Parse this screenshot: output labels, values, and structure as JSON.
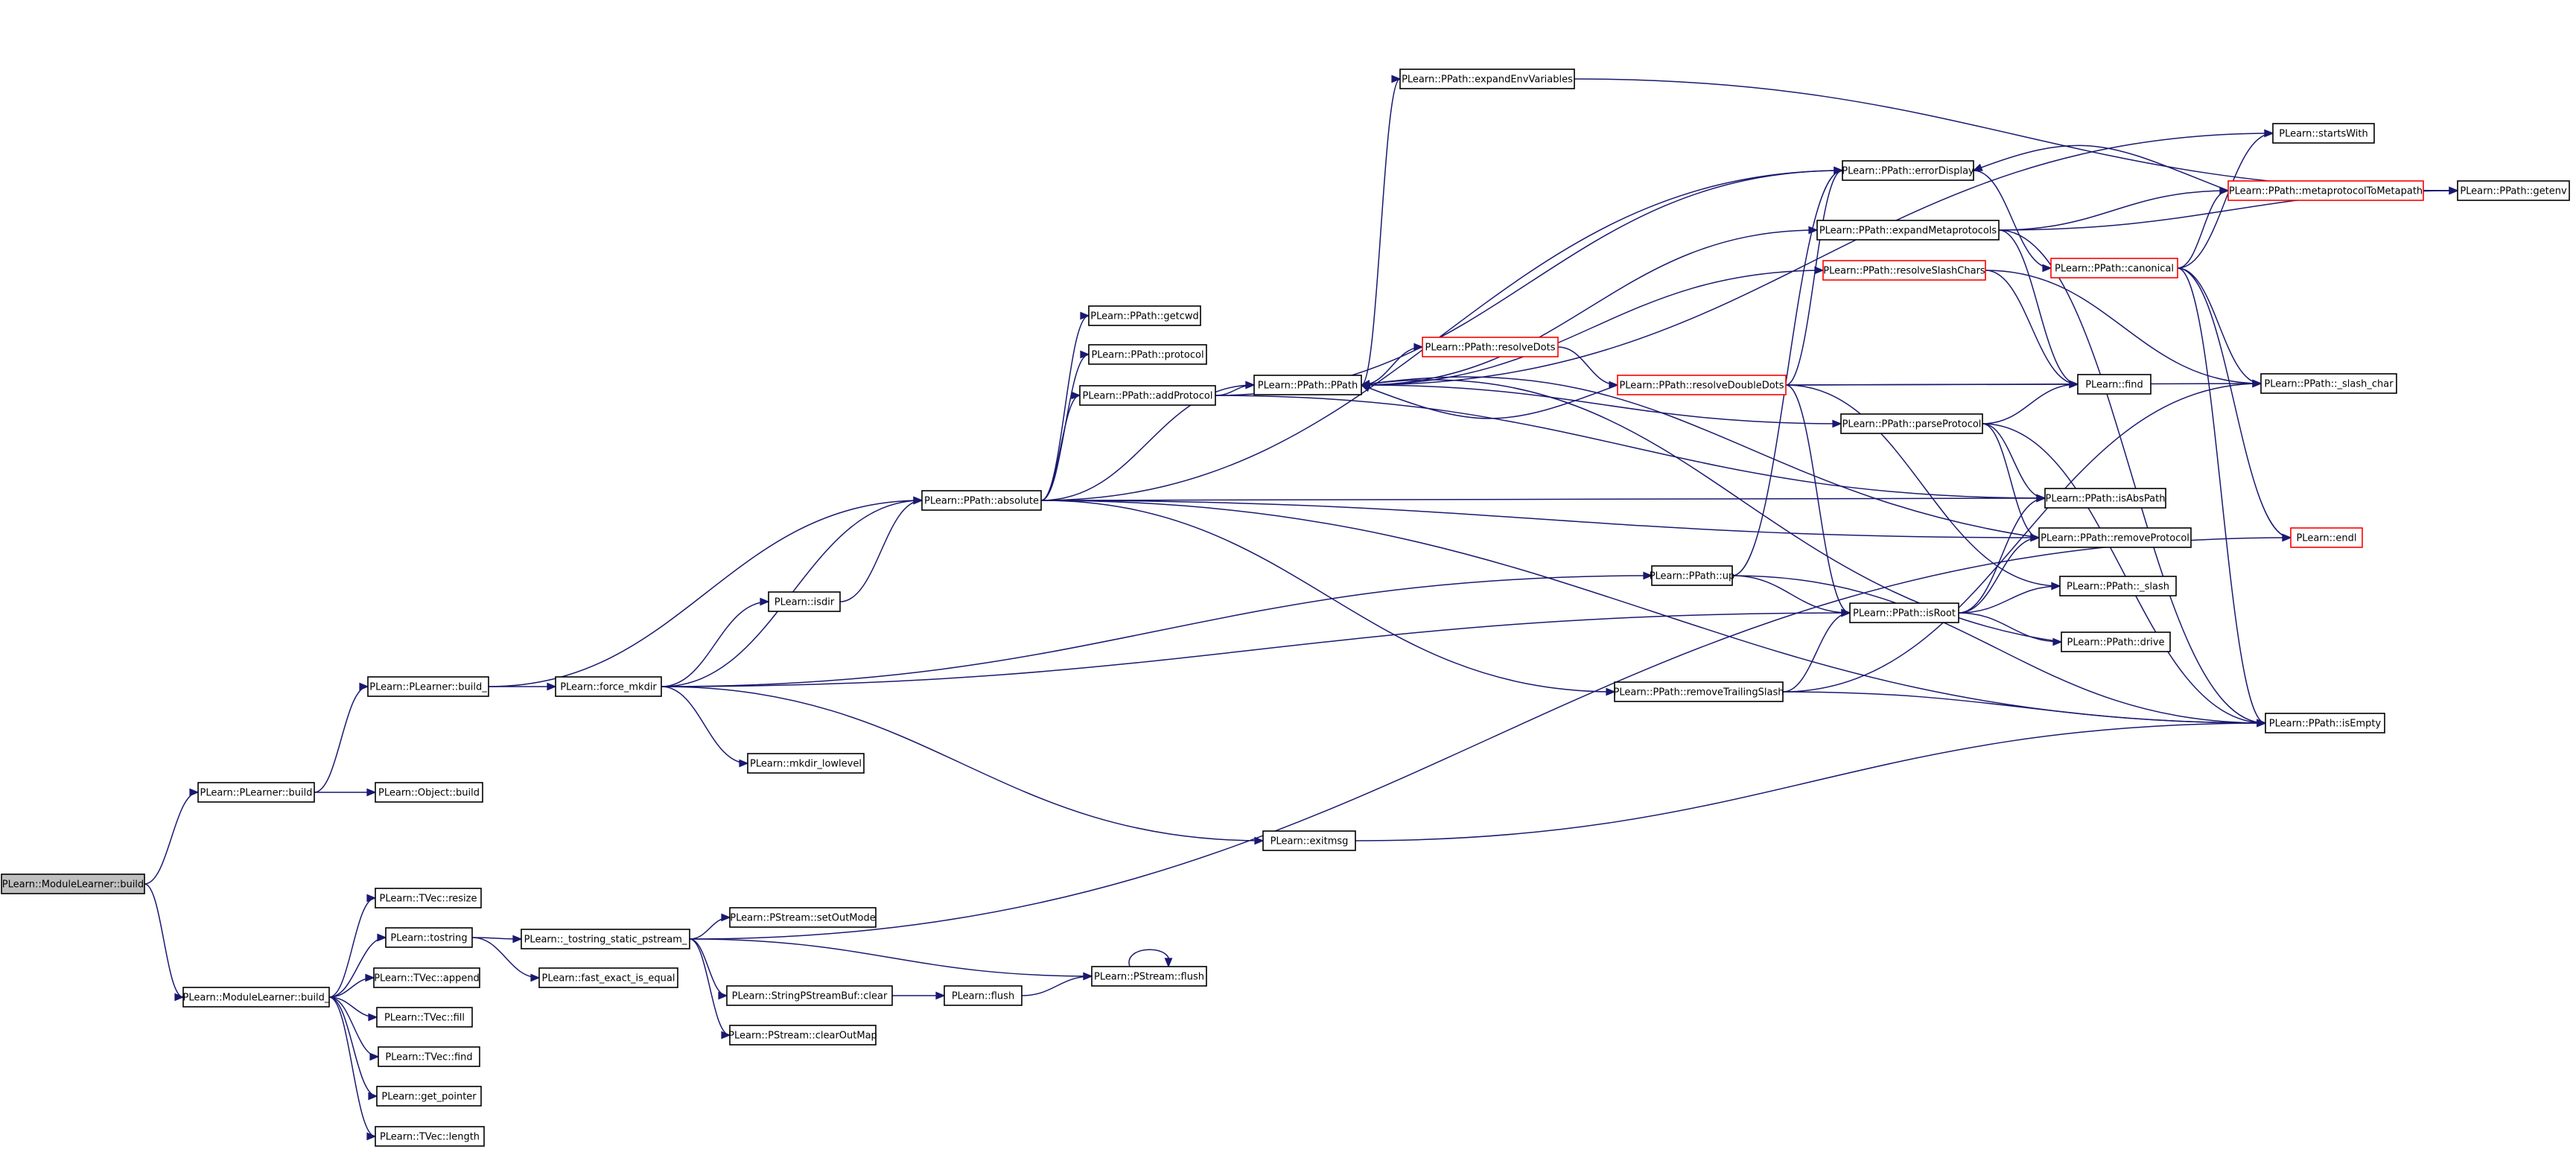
{
  "colors": {
    "edge": "#191970",
    "node_border": "#000000",
    "node_border_link": "#ff0000",
    "node_fill": "#ffffff",
    "root_fill": "#bfbfbf"
  },
  "nodes": [
    {
      "id": "n_root",
      "label": "PLearn::ModuleLearner::build",
      "style": "root"
    },
    {
      "id": "n_plearner_build",
      "label": "PLearn::PLearner::build",
      "style": "plain"
    },
    {
      "id": "n_ml_build_",
      "label": "PLearn::ModuleLearner::build_",
      "style": "plain"
    },
    {
      "id": "n_plearner_build_",
      "label": "PLearn::PLearner::build_",
      "style": "plain"
    },
    {
      "id": "n_object_build",
      "label": "PLearn::Object::build",
      "style": "plain"
    },
    {
      "id": "n_force_mkdir",
      "label": "PLearn::force_mkdir",
      "style": "plain"
    },
    {
      "id": "n_absolute",
      "label": "PLearn::PPath::absolute",
      "style": "plain"
    },
    {
      "id": "n_isdir",
      "label": "PLearn::isdir",
      "style": "plain"
    },
    {
      "id": "n_mkdir_lowlevel",
      "label": "PLearn::mkdir_lowlevel",
      "style": "plain"
    },
    {
      "id": "n_getcwd",
      "label": "PLearn::PPath::getcwd",
      "style": "plain"
    },
    {
      "id": "n_protocol",
      "label": "PLearn::PPath::protocol",
      "style": "plain"
    },
    {
      "id": "n_addprotocol",
      "label": "PLearn::PPath::addProtocol",
      "style": "plain"
    },
    {
      "id": "n_ppath",
      "label": "PLearn::PPath::PPath",
      "style": "plain"
    },
    {
      "id": "n_expandenv",
      "label": "PLearn::PPath::expandEnvVariables",
      "style": "plain"
    },
    {
      "id": "n_resolvedots",
      "label": "PLearn::PPath::resolveDots",
      "style": "link"
    },
    {
      "id": "n_resolvedoubledots",
      "label": "PLearn::PPath::resolveDoubleDots",
      "style": "link"
    },
    {
      "id": "n_errordisplay",
      "label": "PLearn::PPath::errorDisplay",
      "style": "plain"
    },
    {
      "id": "n_expandmeta",
      "label": "PLearn::PPath::expandMetaprotocols",
      "style": "plain"
    },
    {
      "id": "n_resolveslash",
      "label": "PLearn::PPath::resolveSlashChars",
      "style": "link"
    },
    {
      "id": "n_parseprotocol",
      "label": "PLearn::PPath::parseProtocol",
      "style": "plain"
    },
    {
      "id": "n_up",
      "label": "PLearn::PPath::up",
      "style": "plain"
    },
    {
      "id": "n_removetrailing",
      "label": "PLearn::PPath::removeTrailingSlash",
      "style": "plain"
    },
    {
      "id": "n_isroot",
      "label": "PLearn::PPath::isRoot",
      "style": "plain"
    },
    {
      "id": "n_canonical",
      "label": "PLearn::PPath::canonical",
      "style": "link"
    },
    {
      "id": "n_metaproto",
      "label": "PLearn::PPath::metaprotocolToMetapath",
      "style": "link"
    },
    {
      "id": "n_startswith",
      "label": "PLearn::startsWith",
      "style": "plain"
    },
    {
      "id": "n_getenv",
      "label": "PLearn::PPath::getenv",
      "style": "plain"
    },
    {
      "id": "n_find",
      "label": "PLearn::find",
      "style": "plain"
    },
    {
      "id": "n_slash_char",
      "label": "PLearn::PPath::_slash_char",
      "style": "plain"
    },
    {
      "id": "n_isabspath",
      "label": "PLearn::PPath::isAbsPath",
      "style": "plain"
    },
    {
      "id": "n_removeprotocol",
      "label": "PLearn::PPath::removeProtocol",
      "style": "plain"
    },
    {
      "id": "n_slash",
      "label": "PLearn::PPath::_slash",
      "style": "plain"
    },
    {
      "id": "n_drive",
      "label": "PLearn::PPath::drive",
      "style": "plain"
    },
    {
      "id": "n_isempty",
      "label": "PLearn::PPath::isEmpty",
      "style": "plain"
    },
    {
      "id": "n_endl",
      "label": "PLearn::endl",
      "style": "link"
    },
    {
      "id": "n_exitmsg",
      "label": "PLearn::exitmsg",
      "style": "plain"
    },
    {
      "id": "n_tvec_resize",
      "label": "PLearn::TVec::resize",
      "style": "plain"
    },
    {
      "id": "n_tostring",
      "label": "PLearn::tostring",
      "style": "plain"
    },
    {
      "id": "n_tostring_static",
      "label": "PLearn::_tostring_static_pstream_",
      "style": "plain"
    },
    {
      "id": "n_setoutmode",
      "label": "PLearn::PStream::setOutMode",
      "style": "plain"
    },
    {
      "id": "n_fast_exact",
      "label": "PLearn::fast_exact_is_equal",
      "style": "plain"
    },
    {
      "id": "n_tvec_append",
      "label": "PLearn::TVec::append",
      "style": "plain"
    },
    {
      "id": "n_tvec_fill",
      "label": "PLearn::TVec::fill",
      "style": "plain"
    },
    {
      "id": "n_tvec_find",
      "label": "PLearn::TVec::find",
      "style": "plain"
    },
    {
      "id": "n_get_pointer",
      "label": "PLearn::get_pointer",
      "style": "plain"
    },
    {
      "id": "n_tvec_length",
      "label": "PLearn::TVec::length",
      "style": "plain"
    },
    {
      "id": "n_spsb_clear",
      "label": "PLearn::StringPStreamBuf::clear",
      "style": "plain"
    },
    {
      "id": "n_clearoutmap",
      "label": "PLearn::PStream::clearOutMap",
      "style": "plain"
    },
    {
      "id": "n_flush",
      "label": "PLearn::flush",
      "style": "plain"
    },
    {
      "id": "n_pstream_flush",
      "label": "PLearn::PStream::flush",
      "style": "plain"
    }
  ],
  "edges": [
    [
      "n_root",
      "n_plearner_build"
    ],
    [
      "n_root",
      "n_ml_build_"
    ],
    [
      "n_plearner_build",
      "n_plearner_build_"
    ],
    [
      "n_plearner_build",
      "n_object_build"
    ],
    [
      "n_plearner_build_",
      "n_absolute"
    ],
    [
      "n_plearner_build_",
      "n_force_mkdir"
    ],
    [
      "n_force_mkdir",
      "n_absolute"
    ],
    [
      "n_force_mkdir",
      "n_isdir"
    ],
    [
      "n_force_mkdir",
      "n_mkdir_lowlevel"
    ],
    [
      "n_force_mkdir",
      "n_up"
    ],
    [
      "n_force_mkdir",
      "n_isroot"
    ],
    [
      "n_force_mkdir",
      "n_exitmsg"
    ],
    [
      "n_isdir",
      "n_absolute"
    ],
    [
      "n_absolute",
      "n_getcwd"
    ],
    [
      "n_absolute",
      "n_protocol"
    ],
    [
      "n_absolute",
      "n_addprotocol"
    ],
    [
      "n_absolute",
      "n_ppath"
    ],
    [
      "n_absolute",
      "n_errordisplay"
    ],
    [
      "n_absolute",
      "n_isabspath"
    ],
    [
      "n_absolute",
      "n_removeprotocol"
    ],
    [
      "n_absolute",
      "n_removetrailing"
    ],
    [
      "n_absolute",
      "n_isempty"
    ],
    [
      "n_addprotocol",
      "n_ppath"
    ],
    [
      "n_addprotocol",
      "n_errordisplay"
    ],
    [
      "n_addprotocol",
      "n_isabspath"
    ],
    [
      "n_ppath",
      "n_expandenv"
    ],
    [
      "n_ppath",
      "n_resolvedots"
    ],
    [
      "n_ppath",
      "n_expandmeta"
    ],
    [
      "n_ppath",
      "n_resolveslash"
    ],
    [
      "n_ppath",
      "n_parseprotocol"
    ],
    [
      "n_ppath",
      "n_startswith"
    ],
    [
      "n_resolvedots",
      "n_resolvedoubledots"
    ],
    [
      "n_resolvedoubledots",
      "n_ppath"
    ],
    [
      "n_resolvedoubledots",
      "n_find"
    ],
    [
      "n_resolvedoubledots",
      "n_slash_char"
    ],
    [
      "n_resolvedoubledots",
      "n_errordisplay"
    ],
    [
      "n_resolvedoubledots",
      "n_isroot"
    ],
    [
      "n_resolvedoubledots",
      "n_slash"
    ],
    [
      "n_expandenv",
      "n_getenv"
    ],
    [
      "n_errordisplay",
      "n_canonical"
    ],
    [
      "n_expandmeta",
      "n_metaproto"
    ],
    [
      "n_expandmeta",
      "n_getenv"
    ],
    [
      "n_expandmeta",
      "n_find"
    ],
    [
      "n_expandmeta",
      "n_isempty"
    ],
    [
      "n_resolveslash",
      "n_find"
    ],
    [
      "n_resolveslash",
      "n_slash_char"
    ],
    [
      "n_parseprotocol",
      "n_find"
    ],
    [
      "n_parseprotocol",
      "n_isabspath"
    ],
    [
      "n_parseprotocol",
      "n_removeprotocol"
    ],
    [
      "n_parseprotocol",
      "n_isempty"
    ],
    [
      "n_up",
      "n_errordisplay"
    ],
    [
      "n_up",
      "n_isroot"
    ],
    [
      "n_up",
      "n_isempty"
    ],
    [
      "n_removetrailing",
      "n_isroot"
    ],
    [
      "n_removetrailing",
      "n_slash_char"
    ],
    [
      "n_removetrailing",
      "n_isempty"
    ],
    [
      "n_isroot",
      "n_isabspath"
    ],
    [
      "n_isroot",
      "n_removeprotocol"
    ],
    [
      "n_isroot",
      "n_slash"
    ],
    [
      "n_isroot",
      "n_drive"
    ],
    [
      "n_drive",
      "n_ppath"
    ],
    [
      "n_removeprotocol",
      "n_ppath"
    ],
    [
      "n_metaproto",
      "n_errordisplay"
    ],
    [
      "n_metaproto",
      "n_getenv"
    ],
    [
      "n_canonical",
      "n_metaproto"
    ],
    [
      "n_canonical",
      "n_startswith"
    ],
    [
      "n_canonical",
      "n_slash_char"
    ],
    [
      "n_canonical",
      "n_isempty"
    ],
    [
      "n_canonical",
      "n_endl"
    ],
    [
      "n_exitmsg",
      "n_isempty"
    ],
    [
      "n_ml_build_",
      "n_tvec_resize"
    ],
    [
      "n_ml_build_",
      "n_tostring"
    ],
    [
      "n_ml_build_",
      "n_tvec_append"
    ],
    [
      "n_ml_build_",
      "n_tvec_fill"
    ],
    [
      "n_ml_build_",
      "n_tvec_find"
    ],
    [
      "n_ml_build_",
      "n_get_pointer"
    ],
    [
      "n_ml_build_",
      "n_tvec_length"
    ],
    [
      "n_tostring",
      "n_tostring_static"
    ],
    [
      "n_tostring",
      "n_fast_exact"
    ],
    [
      "n_tostring_static",
      "n_setoutmode"
    ],
    [
      "n_tostring_static",
      "n_spsb_clear"
    ],
    [
      "n_tostring_static",
      "n_clearoutmap"
    ],
    [
      "n_tostring_static",
      "n_pstream_flush"
    ],
    [
      "n_tostring_static",
      "n_endl"
    ],
    [
      "n_spsb_clear",
      "n_flush"
    ],
    [
      "n_flush",
      "n_pstream_flush"
    ],
    [
      "n_pstream_flush",
      "n_pstream_flush"
    ]
  ]
}
